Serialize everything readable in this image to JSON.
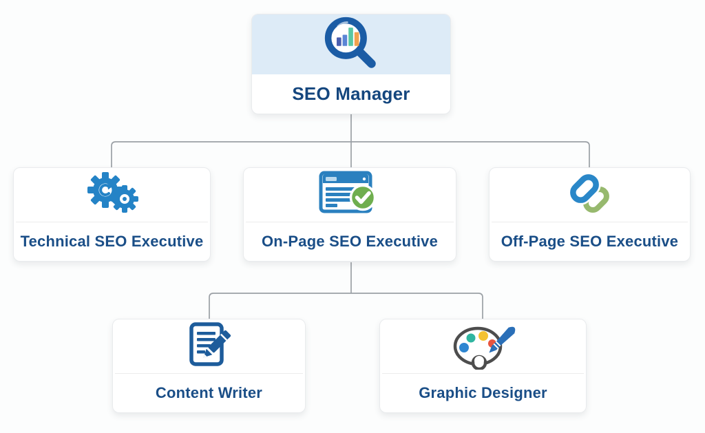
{
  "diagram": {
    "root": {
      "label": "SEO Manager",
      "icon": "search-analytics-icon"
    },
    "level2": [
      {
        "label": "Technical SEO Executive",
        "icon": "gears-icon"
      },
      {
        "label": "On-Page SEO Executive",
        "icon": "page-check-icon"
      },
      {
        "label": "Off-Page SEO Executive",
        "icon": "chain-link-icon"
      }
    ],
    "level3": [
      {
        "label": "Content Writer",
        "icon": "document-pencil-icon"
      },
      {
        "label": "Graphic Designer",
        "icon": "palette-brush-icon"
      }
    ]
  },
  "colors": {
    "accent_blue": "#1b5ca5",
    "root_text_blue": "#14467e",
    "node_text_blue": "#1a4e87",
    "icon_blue": "#2483c6",
    "check_green": "#6fae4e",
    "link_green": "#97b96e",
    "bar_navy": "#4a5fb0",
    "bar_blue": "#5b86d5",
    "bar_teal": "#57c7a4",
    "bar_orange": "#f0a24f",
    "palette_yellow": "#f4c231",
    "palette_red": "#e8543f",
    "palette_teal": "#2fb5a0",
    "palette_outline_gray": "#4d4d4d",
    "connector_gray": "#9ba0a5",
    "root_header_bg": "#ddebf7",
    "card_bg": "#ffffff"
  }
}
